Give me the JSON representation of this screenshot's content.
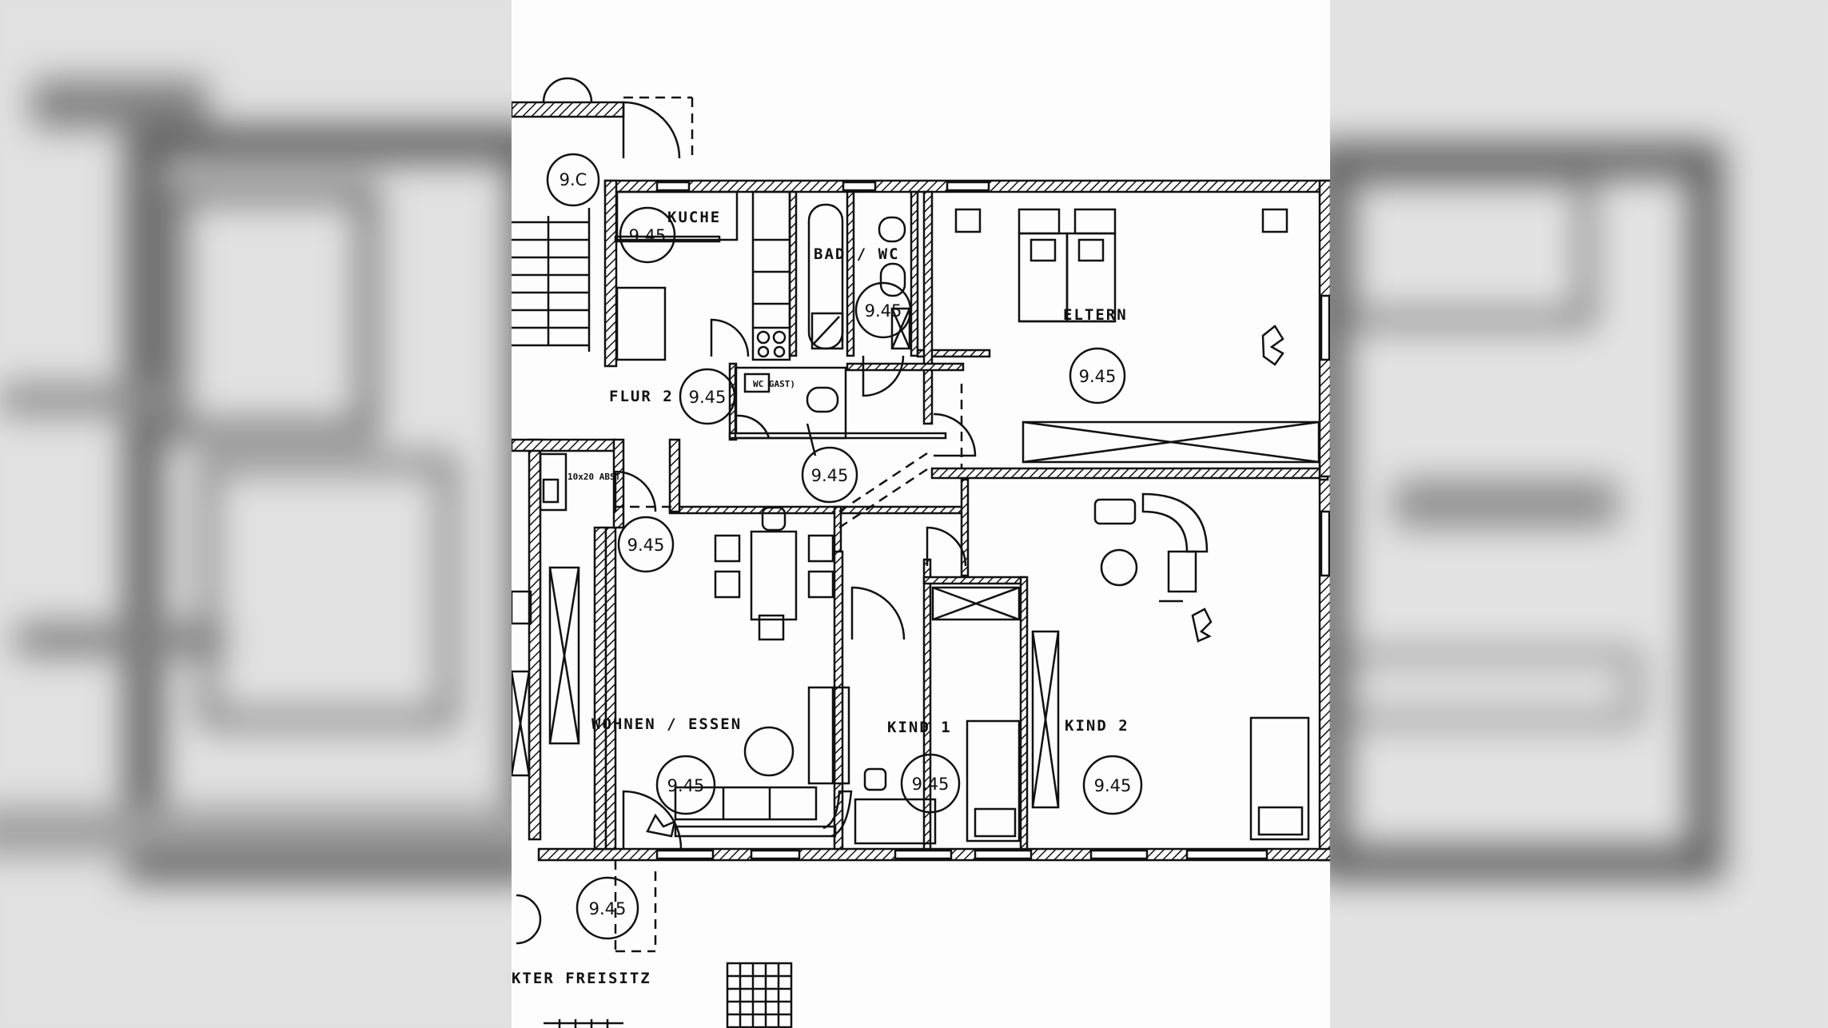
{
  "colors": {
    "ink": "#111111",
    "paper": "#fdfdfd",
    "blur_bg": "#d9d9d9"
  },
  "plan": {
    "rooms": {
      "kuche": "KUCHE",
      "bad_wc": "BAD / WC",
      "eltern": "ELTERN",
      "flur": "FLUR 2",
      "wc_gast": "WC GAST)",
      "abst": "10x20 ABST.",
      "wohnen_essen": "WOHNEN / ESSEN",
      "kind1": "KIND 1",
      "kind2": "KIND 2",
      "freisitz": "KTER FREISITZ"
    },
    "tags": {
      "stair": "9.C",
      "kuche": "9.45",
      "bad": "9.45",
      "eltern": "9.45",
      "flur": "9.45",
      "flur2": "9.45",
      "essen": "9.45",
      "wohnen": "9.45",
      "kind1": "9.45",
      "kind2": "9.45",
      "freisitz": "9.45"
    }
  }
}
